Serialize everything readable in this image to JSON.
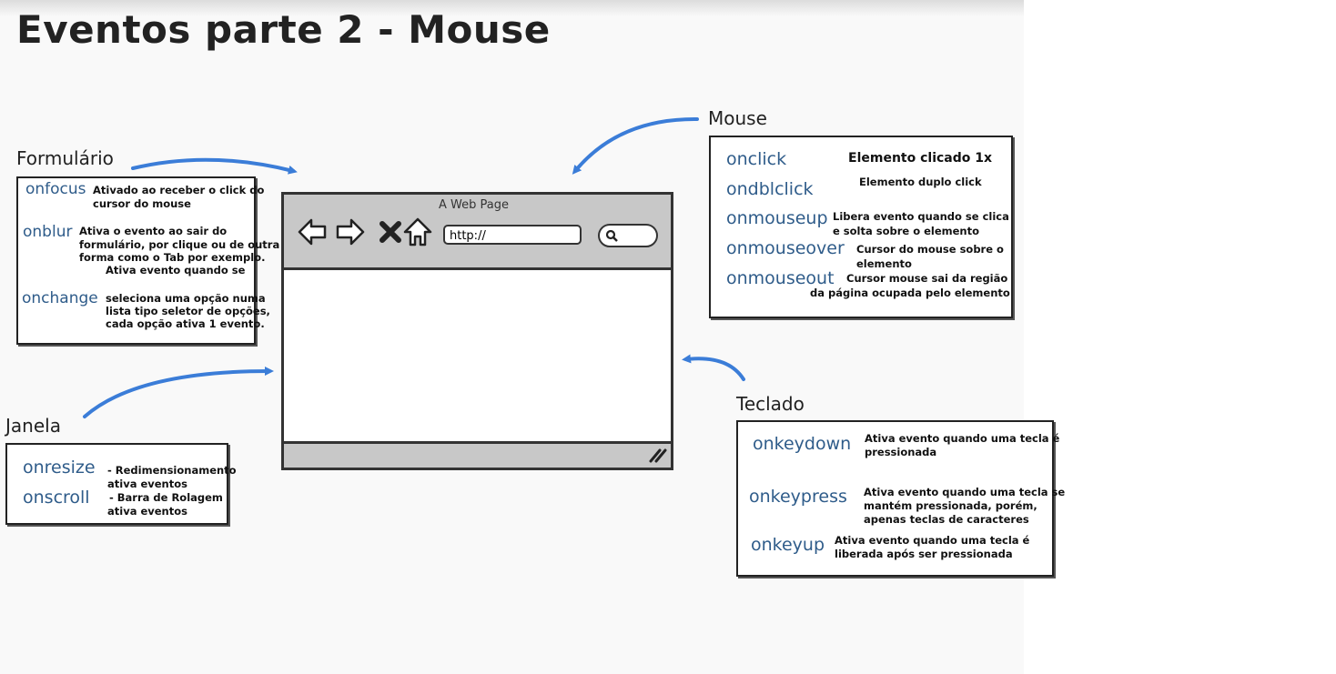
{
  "title": "Eventos parte 2 - Mouse",
  "browser": {
    "title": "A Web Page",
    "url": "http://",
    "icons": [
      "back-arrow-icon",
      "forward-arrow-icon",
      "close-x-icon",
      "home-icon",
      "search-icon",
      "resize-grip-icon"
    ]
  },
  "formulario": {
    "label": "Formulário",
    "items": [
      {
        "event": "onfocus",
        "desc1": "Ativado ao receber o click do",
        "desc2": "cursor do mouse"
      },
      {
        "event": "onblur",
        "desc1": "Ativa o evento ao sair do",
        "desc2": "formulário, por clique ou de outra",
        "desc3": "forma como o Tab por exemplo.",
        "desc4": "Ativa evento quando se"
      },
      {
        "event": "onchange",
        "desc1": "seleciona uma opção numa",
        "desc2": "lista tipo seletor de opções,",
        "desc3": "cada opção ativa 1 evento."
      }
    ]
  },
  "janela": {
    "label": "Janela",
    "items": [
      {
        "event": "onresize",
        "desc1": "- Redimensionamento",
        "desc2": "ativa eventos"
      },
      {
        "event": "onscroll",
        "desc1": "- Barra de Rolagem",
        "desc2": "ativa eventos"
      }
    ]
  },
  "mouse": {
    "label": "Mouse",
    "items": [
      {
        "event": "onclick",
        "desc1": "Elemento clicado 1x"
      },
      {
        "event": "ondblclick",
        "desc1": "Elemento duplo click"
      },
      {
        "event": "onmouseup",
        "desc1": "Libera evento quando se clica",
        "desc2": "e solta sobre o elemento"
      },
      {
        "event": "onmouseover",
        "desc1": "Cursor do mouse sobre o",
        "desc2": "elemento"
      },
      {
        "event": "onmouseout",
        "desc1": "Cursor mouse sai da região",
        "desc2": "da página ocupada pelo elemento"
      }
    ]
  },
  "teclado": {
    "label": "Teclado",
    "items": [
      {
        "event": "onkeydown",
        "desc1": "Ativa evento quando uma tecla é",
        "desc2": "pressionada"
      },
      {
        "event": "onkeypress",
        "desc1": "Ativa evento quando uma tecla se",
        "desc2": "mantém pressionada, porém,",
        "desc3": "apenas teclas de caracteres"
      },
      {
        "event": "onkeyup",
        "desc1": "Ativa evento quando uma tecla é",
        "desc2": "liberada após ser pressionada"
      }
    ]
  },
  "colors": {
    "event_text": "#2f5c8a",
    "arrow": "#3b7dd8",
    "border": "#222222"
  }
}
